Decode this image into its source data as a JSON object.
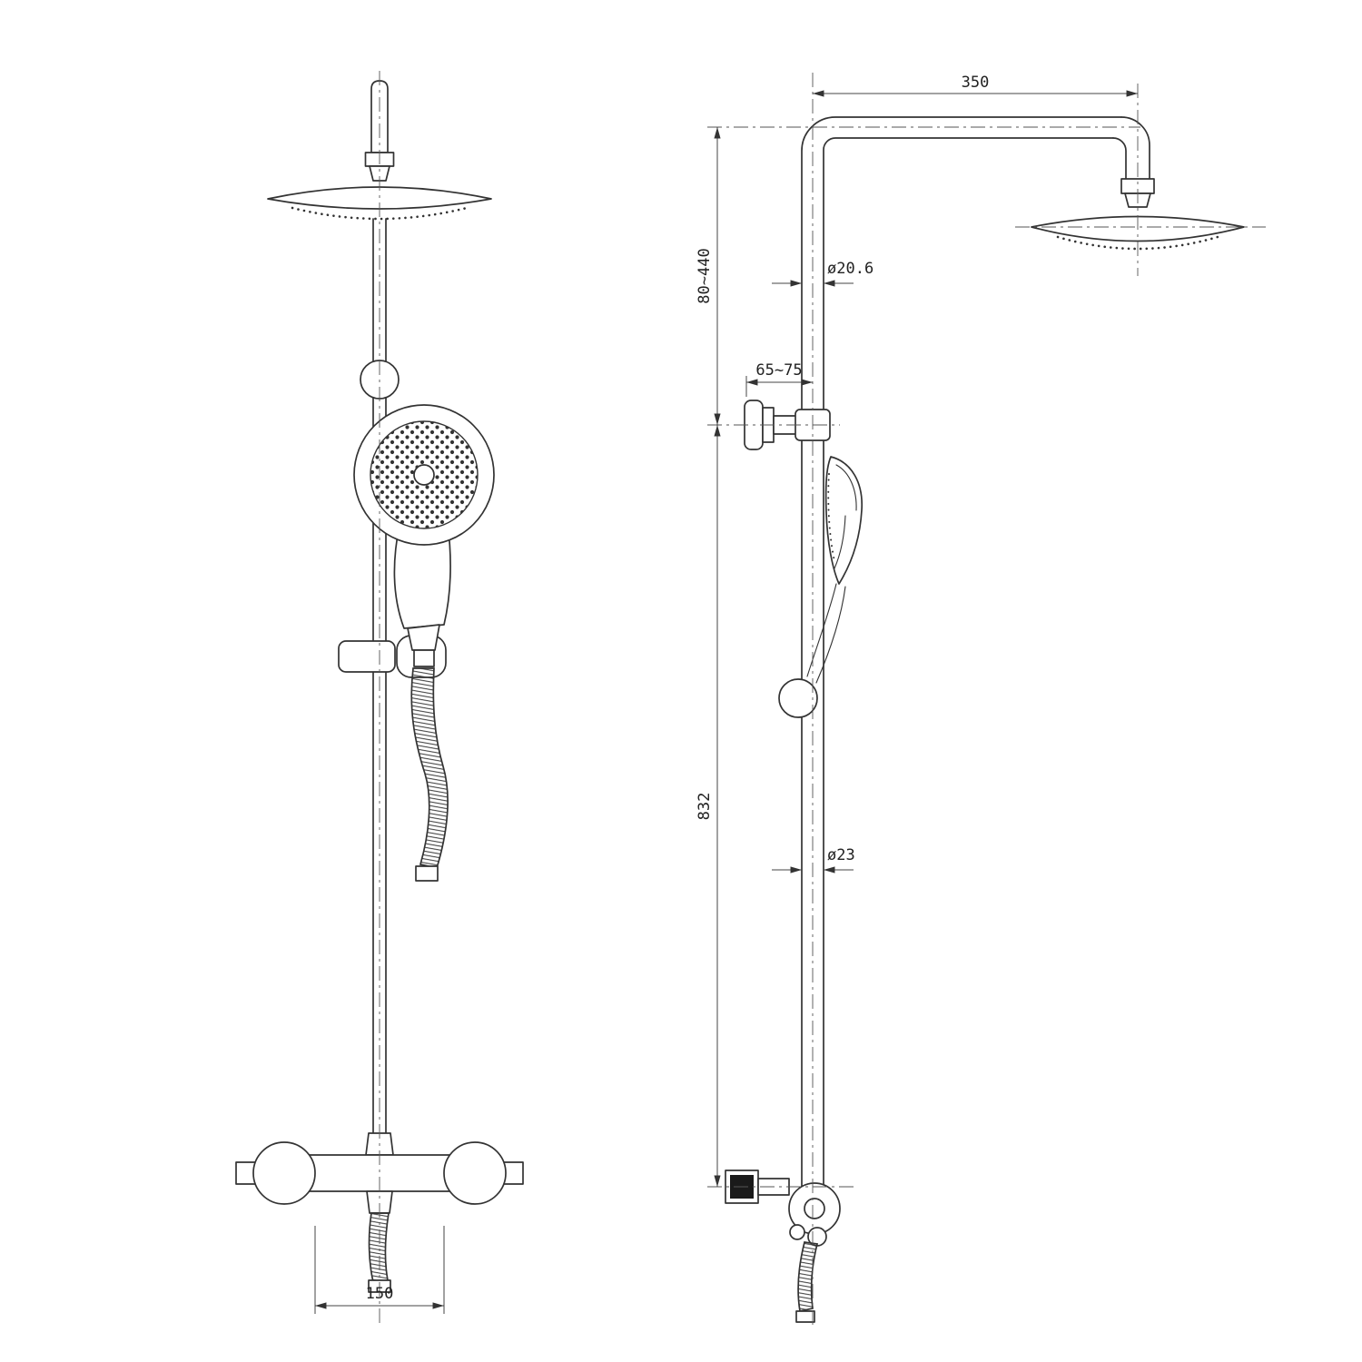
{
  "drawing": {
    "front_view": {
      "valve_inlet_spacing": "150"
    },
    "side_view": {
      "arm_length": "350",
      "head_drop_range": "80~440",
      "upper_pipe_diameter": "ø20.6",
      "wall_offset_range": "65~75",
      "riser_height": "832",
      "lower_pipe_diameter": "ø23"
    },
    "line_color": "#333333",
    "background_color": "#ffffff"
  }
}
